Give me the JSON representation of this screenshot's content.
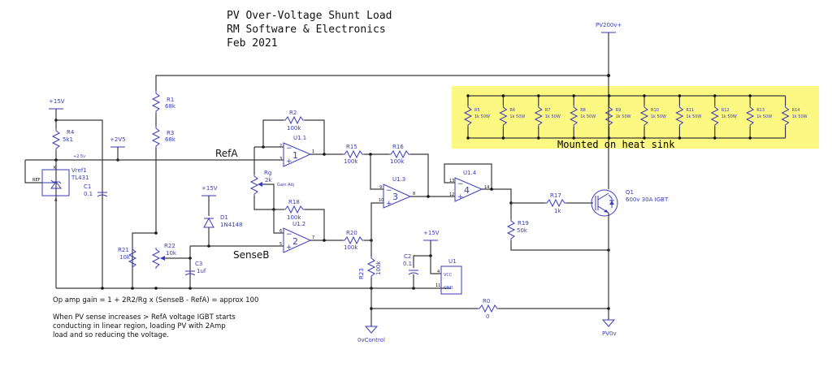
{
  "title": {
    "line1": "PV Over-Voltage Shunt Load",
    "line2": "RM Software & Electronics",
    "line3": "Feb 2021"
  },
  "colors": {
    "wire": "#3a3a3a",
    "component": "#3b3bb8",
    "heatsink_highlight": "#fdf882",
    "background": "#ffffff"
  },
  "power": {
    "p15v_a": "+15V",
    "p2v5": "+2V5",
    "p15v_b": "+15V",
    "p15v_c": "+15V",
    "pv200": "PV200v+",
    "gnd_control": "0vControl",
    "gnd_pv": "PV0v",
    "node_2v5": "+2.5v"
  },
  "nets": {
    "refA": "RefA",
    "senseB": "SenseB"
  },
  "components": {
    "R1": {
      "ref": "R1",
      "value": "68k"
    },
    "R3": {
      "ref": "R3",
      "value": "68k"
    },
    "R4": {
      "ref": "R4",
      "value": "5k1"
    },
    "R2": {
      "ref": "R2",
      "value": "100k"
    },
    "R18": {
      "ref": "R18",
      "value": "100k"
    },
    "R15": {
      "ref": "R15",
      "value": "100k"
    },
    "R16": {
      "ref": "R16",
      "value": "100k"
    },
    "R20": {
      "ref": "R20",
      "value": "100k"
    },
    "R23": {
      "ref": "R23",
      "value": "100k"
    },
    "R21": {
      "ref": "R21",
      "value": "10k"
    },
    "R22": {
      "ref": "R22",
      "value": "10k"
    },
    "Rg": {
      "ref": "Rg",
      "value": "2k",
      "note": "Gain Adj"
    },
    "R17": {
      "ref": "R17",
      "value": "1k"
    },
    "R19": {
      "ref": "R19",
      "value": "50k"
    },
    "R0": {
      "ref": "R0",
      "value": "0"
    },
    "C1": {
      "ref": "C1",
      "value": "0.1"
    },
    "C2": {
      "ref": "C2",
      "value": "0.1"
    },
    "C3": {
      "ref": "C3",
      "value": "1uf"
    },
    "D1": {
      "ref": "D1",
      "value": "1N4148"
    },
    "Vref1": {
      "ref": "Vref1",
      "value": "TL431",
      "pin_k": "K",
      "pin_a": "A",
      "pin_ref": "REF"
    },
    "Q1": {
      "ref": "Q1",
      "value": "600v 30A IGBT"
    },
    "U1": {
      "ref": "U1",
      "vcc": "VCC",
      "gnd": "GND",
      "pin_vcc": "4",
      "pin_gnd": "11"
    },
    "U1_1": {
      "ref": "U1.1",
      "num": "1",
      "pins": [
        "2",
        "3",
        "1"
      ]
    },
    "U1_2": {
      "ref": "U1.2",
      "num": "2",
      "pins": [
        "6",
        "5",
        "7"
      ]
    },
    "U1_3": {
      "ref": "U1.3",
      "num": "3",
      "pins": [
        "9",
        "10",
        "8"
      ]
    },
    "U1_4": {
      "ref": "U1.4",
      "num": "4",
      "pins": [
        "13",
        "12",
        "14"
      ]
    }
  },
  "load_bank": {
    "caption": "Mounted on heat sink",
    "resistors": [
      {
        "ref": "R5",
        "value": "1k 50W"
      },
      {
        "ref": "R6",
        "value": "1k 50W"
      },
      {
        "ref": "R7",
        "value": "1k 50W"
      },
      {
        "ref": "R8",
        "value": "1k 50W"
      },
      {
        "ref": "R9",
        "value": "1k 50W"
      },
      {
        "ref": "R10",
        "value": "1k 50W"
      },
      {
        "ref": "R11",
        "value": "1k 50W"
      },
      {
        "ref": "R12",
        "value": "1k 50W"
      },
      {
        "ref": "R13",
        "value": "1k 50W"
      },
      {
        "ref": "R14",
        "value": "1k 50W"
      }
    ]
  },
  "notes": {
    "gain": "Op amp gain = 1 + 2R2/Rg x (SenseB - RefA) = approx 100",
    "desc1": "When PV sense increases > RefA voltage IGBT starts",
    "desc2": "conducting in linear region, loading PV with 2Amp",
    "desc3": "load and so reducing the voltage."
  }
}
